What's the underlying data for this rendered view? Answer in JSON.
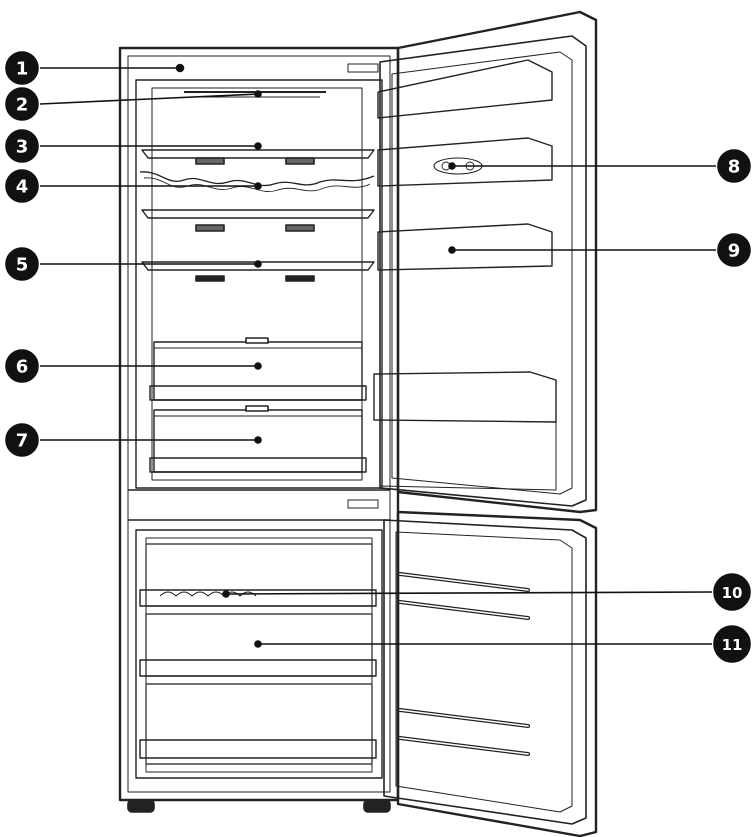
{
  "diagram": {
    "subject": "refrigerator-freezer",
    "callouts": [
      {
        "num": "1"
      },
      {
        "num": "2"
      },
      {
        "num": "3"
      },
      {
        "num": "4"
      },
      {
        "num": "5"
      },
      {
        "num": "6"
      },
      {
        "num": "7"
      },
      {
        "num": "8"
      },
      {
        "num": "9"
      },
      {
        "num": "10"
      },
      {
        "num": "11"
      }
    ],
    "colors": {
      "ink": "#1a1a1a",
      "badge": "#111111",
      "badge_text": "#ffffff"
    }
  }
}
